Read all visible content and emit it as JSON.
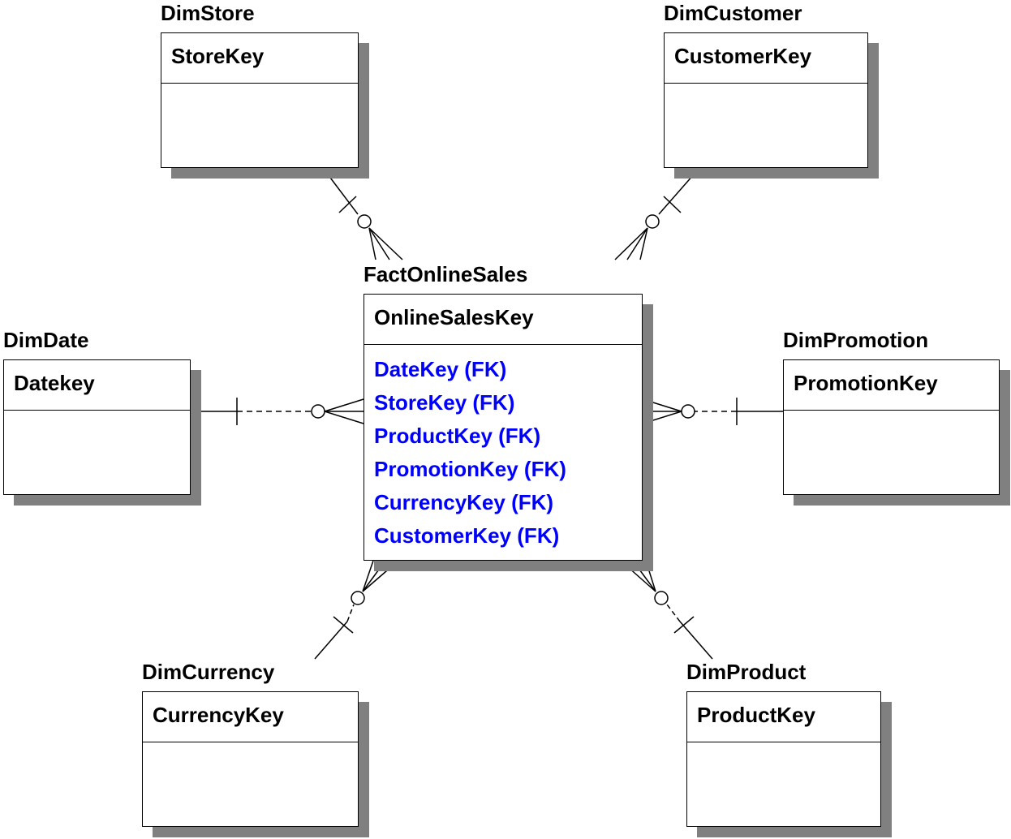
{
  "entities": {
    "store": {
      "title": "DimStore",
      "pk": "StoreKey"
    },
    "customer": {
      "title": "DimCustomer",
      "pk": "CustomerKey"
    },
    "fact": {
      "title": "FactOnlineSales",
      "pk": "OnlineSalesKey",
      "fks": [
        "DateKey (FK)",
        "StoreKey (FK)",
        "ProductKey (FK)",
        "PromotionKey (FK)",
        "CurrencyKey (FK)",
        "CustomerKey (FK)"
      ]
    },
    "date": {
      "title": "DimDate",
      "pk": "Datekey"
    },
    "promotion": {
      "title": "DimPromotion",
      "pk": "PromotionKey"
    },
    "currency": {
      "title": "DimCurrency",
      "pk": "CurrencyKey"
    },
    "product": {
      "title": "DimProduct",
      "pk": "ProductKey"
    }
  },
  "relationships": [
    {
      "from": "DimStore",
      "to": "FactOnlineSales",
      "parent_end": "one",
      "child_end": "zero-or-many"
    },
    {
      "from": "DimCustomer",
      "to": "FactOnlineSales",
      "parent_end": "one",
      "child_end": "zero-or-many"
    },
    {
      "from": "DimDate",
      "to": "FactOnlineSales",
      "parent_end": "one",
      "child_end": "zero-or-many"
    },
    {
      "from": "DimPromotion",
      "to": "FactOnlineSales",
      "parent_end": "one",
      "child_end": "zero-or-many"
    },
    {
      "from": "DimCurrency",
      "to": "FactOnlineSales",
      "parent_end": "one",
      "child_end": "zero-or-many"
    },
    {
      "from": "DimProduct",
      "to": "FactOnlineSales",
      "parent_end": "one",
      "child_end": "zero-or-many"
    }
  ],
  "colors": {
    "line": "#000000",
    "shadow": "#808080",
    "fk_text": "#0000ff",
    "background": "#ffffff"
  }
}
